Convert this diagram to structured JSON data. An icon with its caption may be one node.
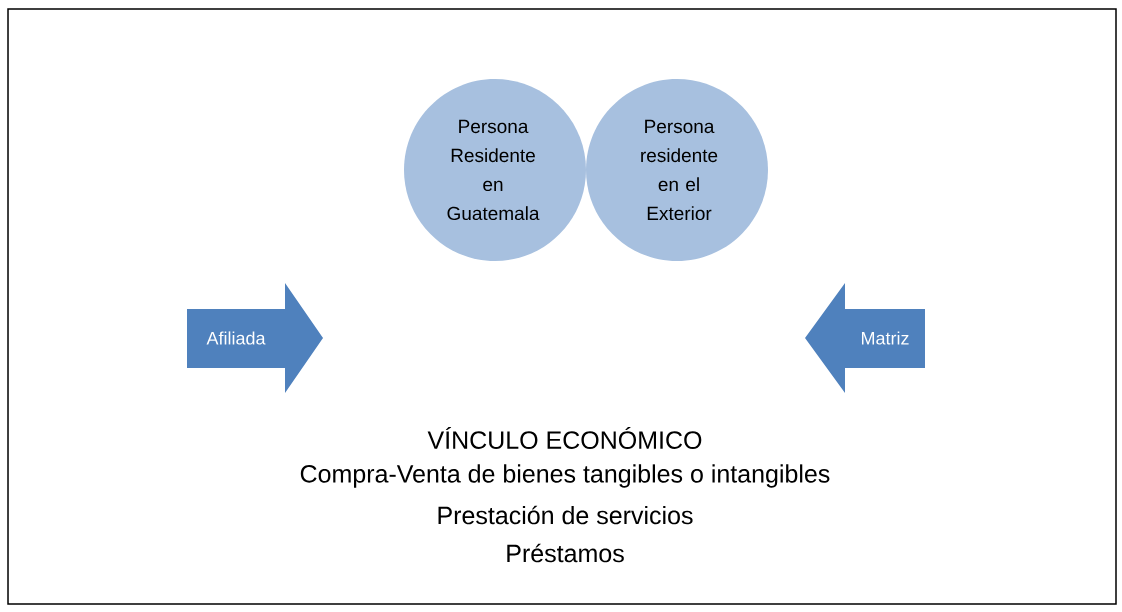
{
  "diagram": {
    "nodes": [
      {
        "text": [
          "Persona Residente en Guatemala"
        ]
      },
      {
        "text": [
          "Persona residente en el Exterior"
        ]
      },
      {
        "text": [
          "Afiliada"
        ]
      },
      {
        "text": [
          "Matriz"
        ]
      }
    ],
    "labels": [
      "VÍNCULO ECONÓMICO",
      "Compra-Venta de bienes tangibles o intangibles",
      "Prestación de servicios",
      "Préstamos"
    ]
  }
}
